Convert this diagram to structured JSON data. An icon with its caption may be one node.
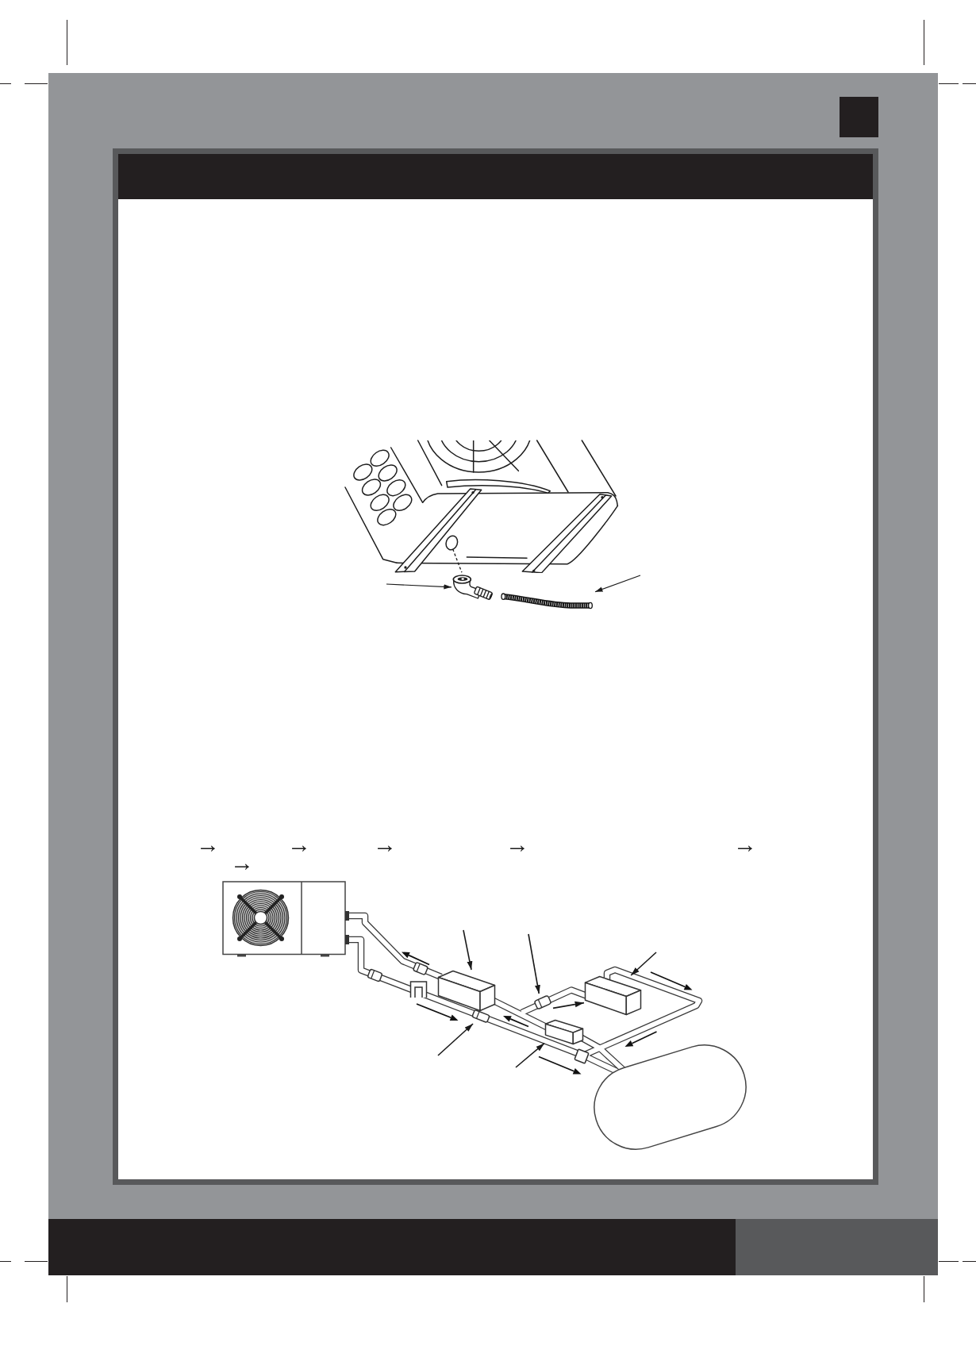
{
  "diagram": {
    "nodes": [
      {
        "text": [],
        "shape": "picture"
      },
      {
        "text": [],
        "shape": "picture"
      },
      {
        "text": [],
        "shape": "box"
      },
      {
        "text": [],
        "shape": "cylinder"
      },
      {
        "text": [],
        "shape": "box"
      },
      {
        "text": [],
        "shape": "cylinder"
      },
      {
        "text": [],
        "shape": "box"
      }
    ],
    "edges": [
      {
        "from": null,
        "to": 0,
        "arrow": "to"
      },
      {
        "from": null,
        "to": 1,
        "arrow": "to"
      },
      {
        "from": null,
        "to": 2,
        "arrow": "to"
      },
      {
        "from": null,
        "to": 3,
        "arrow": "to"
      },
      {
        "from": null,
        "to": 4,
        "arrow": "to"
      },
      {
        "from": null,
        "to": 5,
        "arrow": "to"
      },
      {
        "from": null,
        "to": 6,
        "arrow": "to"
      },
      {
        "from": 3,
        "to": 4,
        "arrow": "to"
      }
    ],
    "labels": [
      "→",
      "→",
      "→",
      "→",
      "→",
      "→"
    ]
  }
}
